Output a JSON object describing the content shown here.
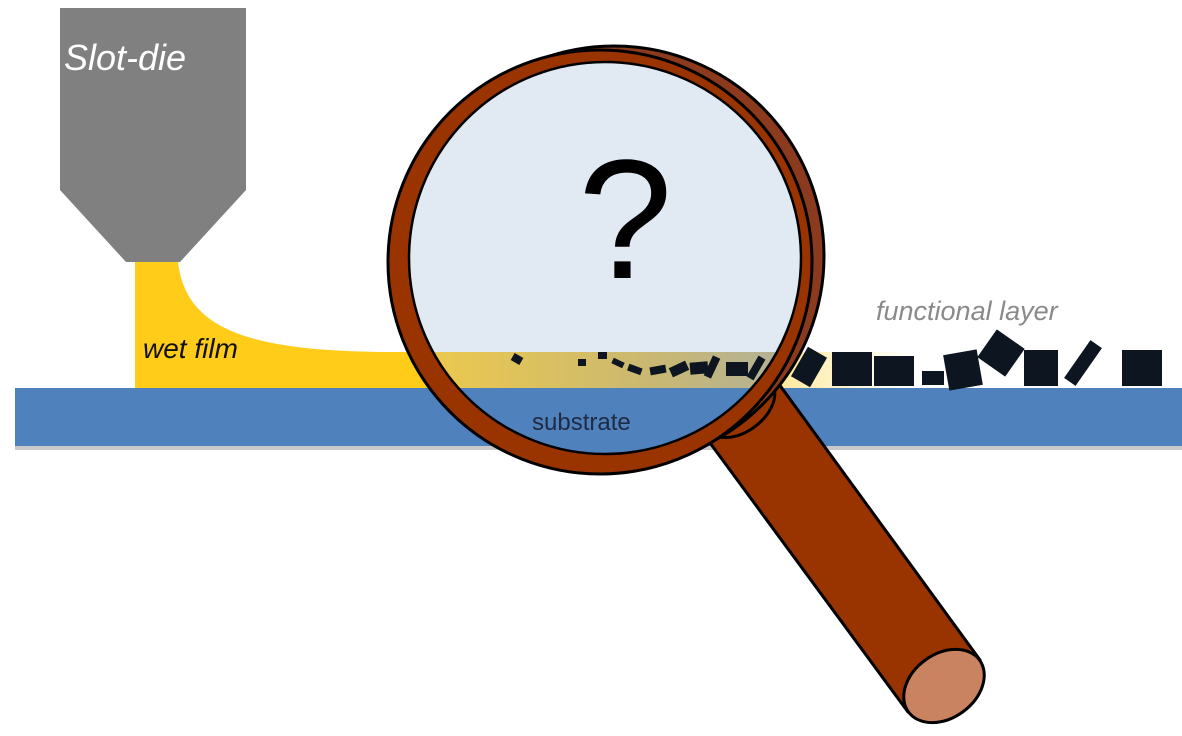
{
  "labels": {
    "slot_die": "Slot-die",
    "wet_film": "wet film",
    "functional_layer": "functional layer",
    "substrate": "substrate",
    "question_mark": "?"
  },
  "icons": {
    "magnifier": "magnifying-glass-icon"
  },
  "colors": {
    "slot_die": "#808080",
    "wet_film": "#FFCC1A",
    "substrate": "#4F81BD",
    "lens": "#E1E9F3",
    "magnifier_rim": "#8B3A1E",
    "magnifier_handle": "#993300",
    "handle_end": "#C98361",
    "particles": "#0D1520"
  }
}
